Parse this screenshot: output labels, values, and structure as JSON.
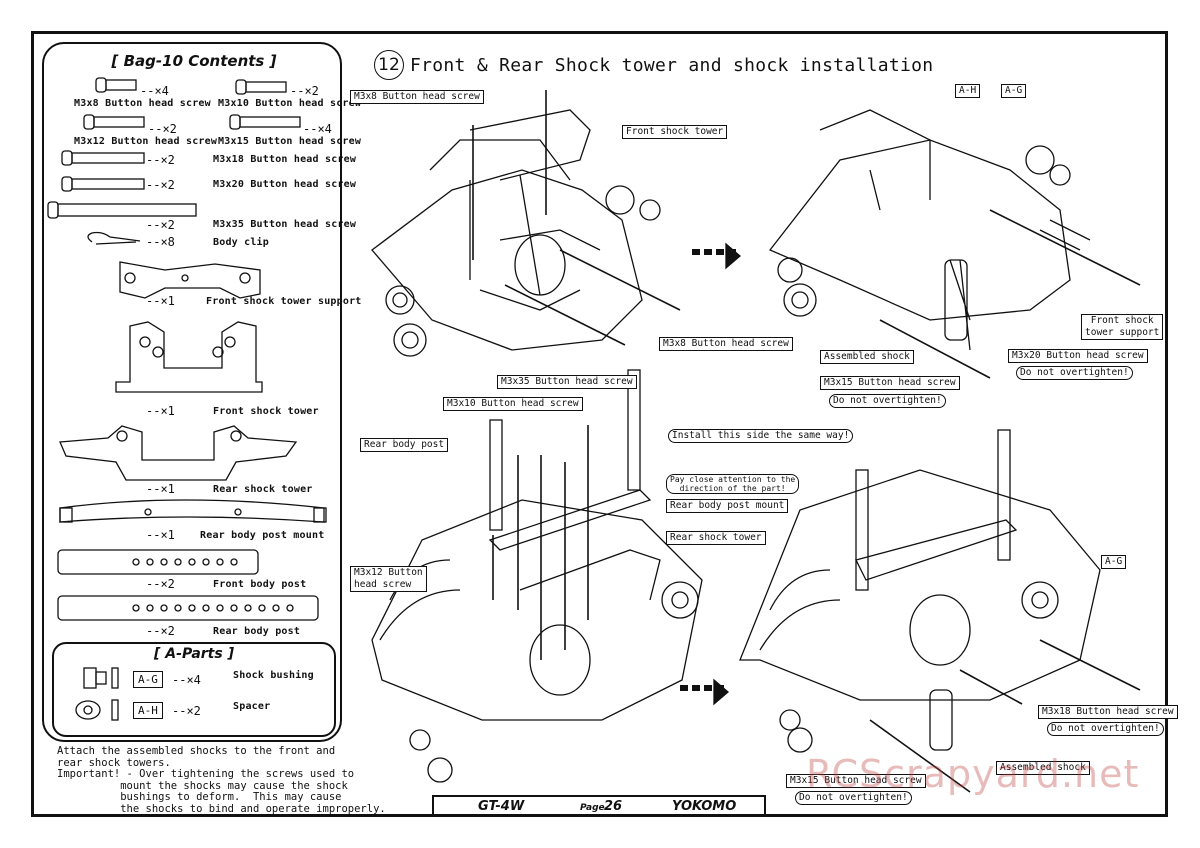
{
  "bag": {
    "title": "[ Bag-10 Contents ]",
    "items": [
      {
        "qty": "--×4",
        "name": "M3x8 Button head screw"
      },
      {
        "qty": "--×2",
        "name": "M3x10 Button head screw"
      },
      {
        "qty": "--×2",
        "name": "M3x12 Button head screw"
      },
      {
        "qty": "--×4",
        "name": "M3x15 Button head screw"
      },
      {
        "qty": "--×2",
        "name": "M3x18 Button head screw"
      },
      {
        "qty": "--×2",
        "name": "M3x20 Button head screw"
      },
      {
        "qty": "--×2",
        "name": "M3x35 Button head screw"
      },
      {
        "qty": "--×8",
        "name": "Body clip"
      },
      {
        "qty": "--×1",
        "name": "Front shock tower support"
      },
      {
        "qty": "--×1",
        "name": "Front shock tower"
      },
      {
        "qty": "--×1",
        "name": "Rear shock tower"
      },
      {
        "qty": "--×1",
        "name": "Rear body post mount"
      },
      {
        "qty": "--×2",
        "name": "Front body post"
      },
      {
        "qty": "--×2",
        "name": "Rear body post"
      }
    ]
  },
  "aparts": {
    "title": "[ A-Parts ]",
    "items": [
      {
        "tag": "A-G",
        "qty": "--×4",
        "name": "Shock bushing"
      },
      {
        "tag": "A-H",
        "qty": "--×2",
        "name": "Spacer"
      }
    ]
  },
  "notes": "Attach the assembled shocks to the front and\nrear shock towers.\nImportant! - Over tightening the screws used to\n          mount the shocks may cause the shock\n          bushings to deform.  This may cause\n          the shocks to bind and operate improperly.",
  "step": {
    "number": "12",
    "title": "Front & Rear Shock tower and shock installation"
  },
  "callouts": {
    "m3x8_top": "M3x8 Button head screw",
    "front_shock_tower": "Front shock tower",
    "m3x8_bottom": "M3x8 Button head screw",
    "a_h": "A-H",
    "a_g_top": "A-G",
    "front_tower_support": "Front shock\ntower support",
    "assembled_shock_top": "Assembled shock",
    "m3x20": "M3x20 Button head screw",
    "dont_tighten_1": "Do not overtighten!",
    "m3x15_top": "M3x15 Button head screw",
    "dont_tighten_2": "Do not overtighten!",
    "m3x35": "M3x35 Button head screw",
    "m3x10": "M3x10 Button head screw",
    "rear_body_post": "Rear body post",
    "install_same": "Install this side the same way!",
    "pay_attention": "Pay close attention to the\ndirection of the part!",
    "rear_body_post_mount": "Rear body post mount",
    "rear_shock_tower": "Rear shock tower",
    "m3x12": "M3x12 Button\nhead screw",
    "a_g_rear": "A-G",
    "m3x18": "M3x18 Button head screw",
    "dont_tighten_3": "Do not overtighten!",
    "assembled_shock_rear": "Assembled shock",
    "m3x15_rear": "M3x15 Button head screw",
    "dont_tighten_4": "Do not overtighten!"
  },
  "footer": {
    "model": "GT-4W",
    "page_label": "Page",
    "page_num": "26",
    "brand": "YOKOMO"
  },
  "watermark": "RCScrapyard.net"
}
